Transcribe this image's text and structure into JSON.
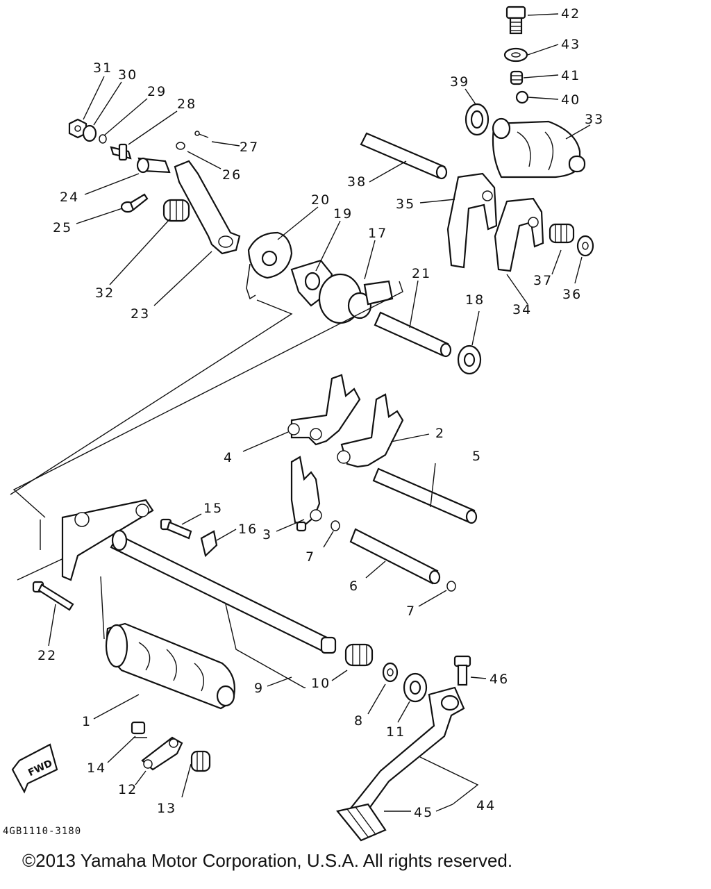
{
  "diagram": {
    "drawing_code": "4GB1110-3180",
    "fwd_label": "FWD",
    "callouts": {
      "c1": "1",
      "c2": "2",
      "c3": "3",
      "c4": "4",
      "c5": "5",
      "c6": "6",
      "c7a": "7",
      "c7b": "7",
      "c8": "8",
      "c9": "9",
      "c10": "10",
      "c11": "11",
      "c12": "12",
      "c13": "13",
      "c14": "14",
      "c15": "15",
      "c16": "16",
      "c17": "17",
      "c18": "18",
      "c19": "19",
      "c20": "20",
      "c21": "21",
      "c22": "22",
      "c23": "23",
      "c24": "24",
      "c25": "25",
      "c26": "26",
      "c27": "27",
      "c28": "28",
      "c29": "29",
      "c30": "30",
      "c31": "31",
      "c32": "32",
      "c33": "33",
      "c34": "34",
      "c35": "35",
      "c36": "36",
      "c37": "37",
      "c38": "38",
      "c39": "39",
      "c40": "40",
      "c41": "41",
      "c42": "42",
      "c43": "43",
      "c44": "44",
      "c45": "45",
      "c46": "46"
    }
  },
  "footer": {
    "copyright": "©2013 Yamaha Motor Corporation, U.S.A. All rights reserved."
  }
}
